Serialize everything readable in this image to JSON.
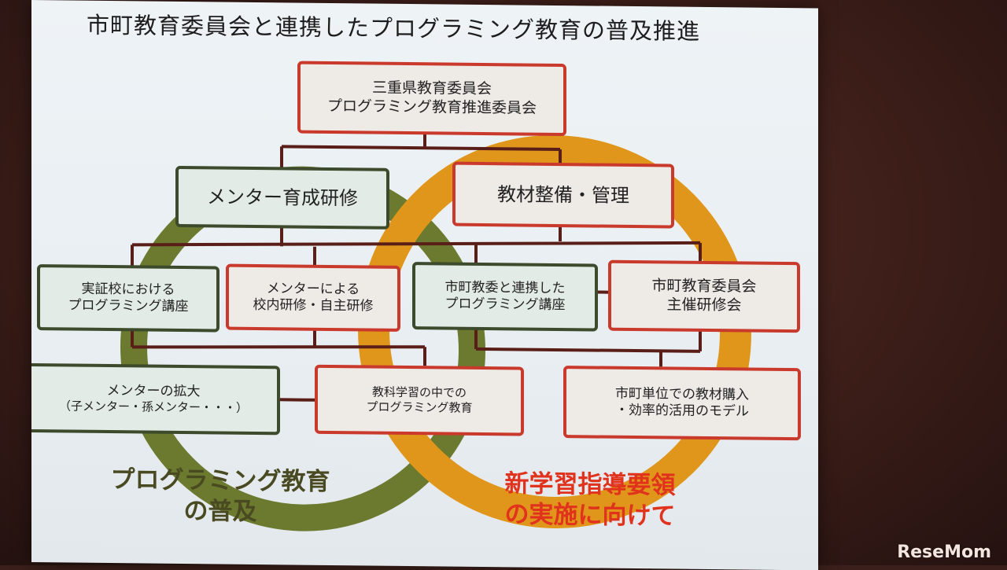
{
  "title": "市町教育委員会と連携したプログラミング教育の普及推進",
  "colors": {
    "green_ring": "#6b7a2e",
    "orange_ring": "#e0961a",
    "green_border": "#3d4a2c",
    "red_border": "#c93a2c",
    "connector": "#5a1e18"
  },
  "top_box": {
    "line1": "三重県教育委員会",
    "line2": "プログラミング教育推進委員会"
  },
  "level2": {
    "left": "メンター育成研修",
    "right": "教材整備・管理"
  },
  "level3": [
    {
      "line1": "実証校における",
      "line2": "プログラミング講座"
    },
    {
      "line1": "メンターによる",
      "line2": "校内研修・自主研修"
    },
    {
      "line1": "市町教委と連携した",
      "line2": "プログラミング講座"
    },
    {
      "line1": "市町教育委員会",
      "line2": "主催研修会"
    }
  ],
  "level4": [
    {
      "line1": "メンターの拡大",
      "line2": "（子メンター・孫メンター・・・）"
    },
    {
      "line1": "教科学習の中での",
      "line2": "プログラミング教育"
    },
    {
      "line1": "市町単位での教材購入",
      "line2": "・効率的活用のモデル"
    }
  ],
  "bottom_labels": {
    "green": {
      "line1": "プログラミング教育",
      "line2": "の普及"
    },
    "red": {
      "line1": "新学習指導要領",
      "line2": "の実施に向けて"
    }
  },
  "watermark": "ReseMom"
}
